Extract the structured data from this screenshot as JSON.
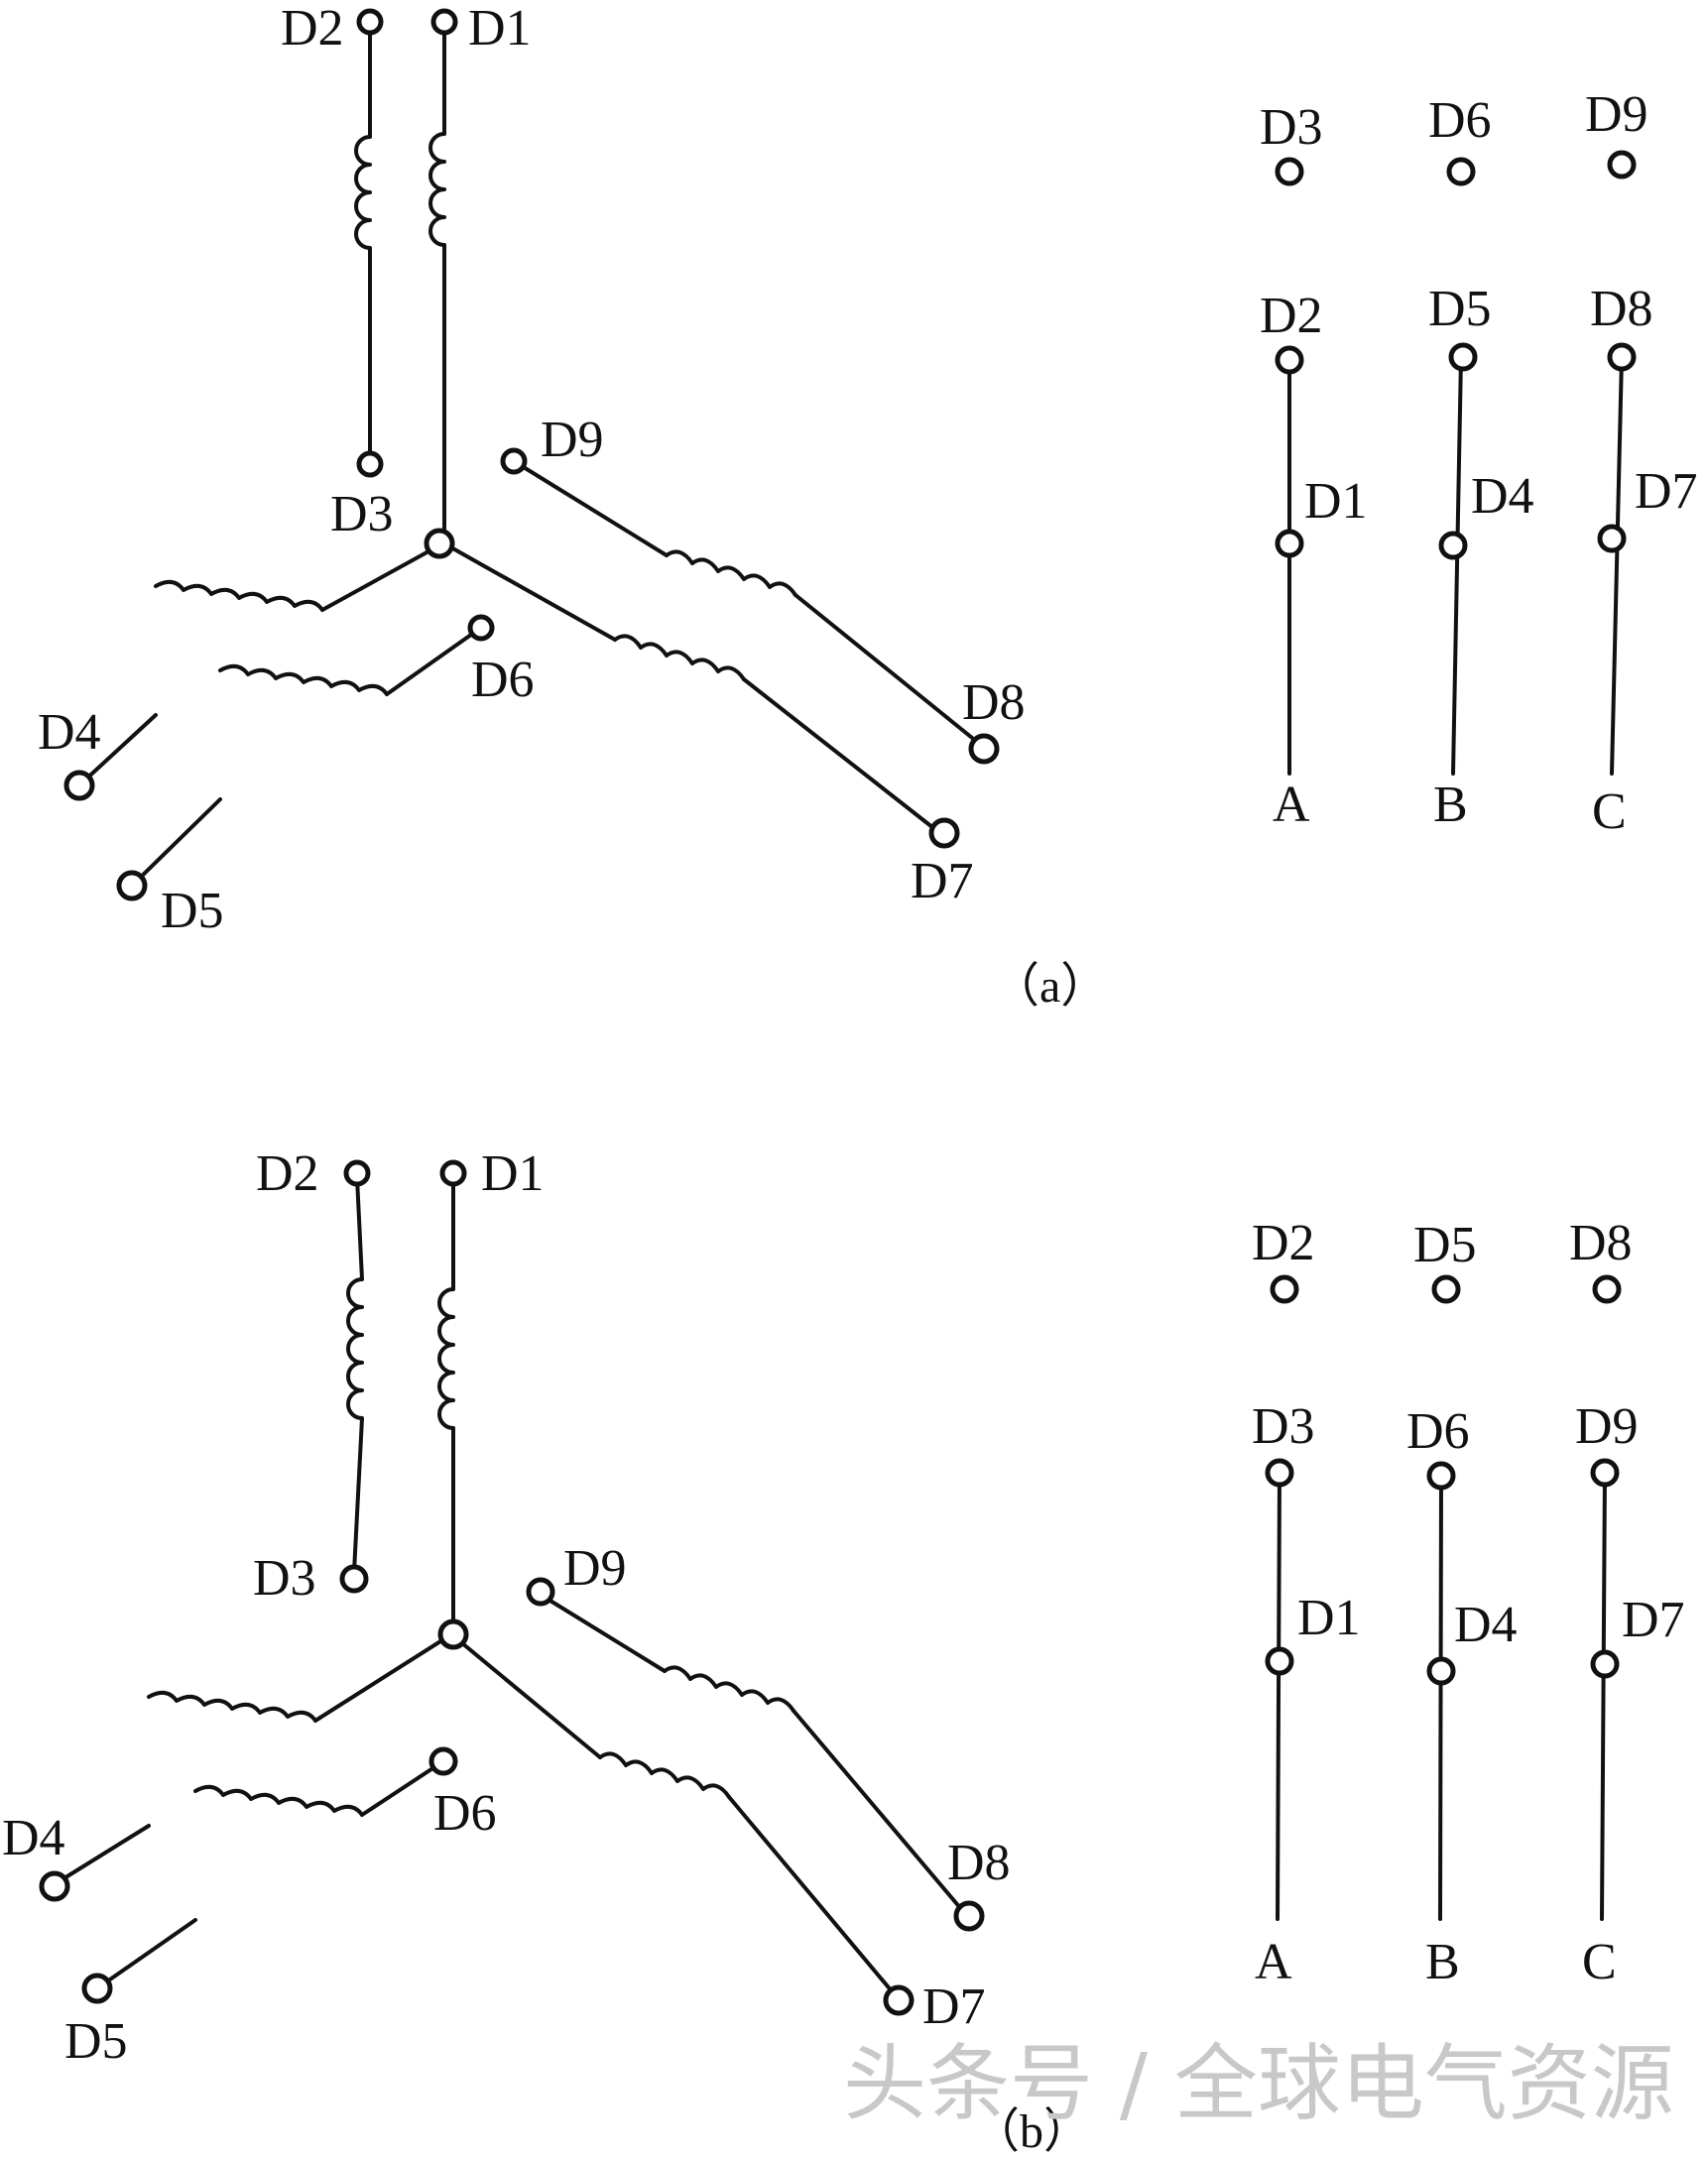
{
  "panel_a": {
    "caption": "（a）",
    "terminals": {
      "D1": "D1",
      "D2": "D2",
      "D3": "D3",
      "D4": "D4",
      "D5": "D5",
      "D6": "D6",
      "D7": "D7",
      "D8": "D8",
      "D9": "D9"
    },
    "connection": {
      "top_row": [
        "D3",
        "D6",
        "D9"
      ],
      "mid_row": [
        "D2",
        "D5",
        "D8"
      ],
      "low_row": [
        "D1",
        "D4",
        "D7"
      ],
      "phases": [
        "A",
        "B",
        "C"
      ]
    }
  },
  "panel_b": {
    "caption": "（b）",
    "terminals": {
      "D1": "D1",
      "D2": "D2",
      "D3": "D3",
      "D4": "D4",
      "D5": "D5",
      "D6": "D6",
      "D7": "D7",
      "D8": "D8",
      "D9": "D9"
    },
    "connection": {
      "top_row": [
        "D2",
        "D5",
        "D8"
      ],
      "mid_row": [
        "D3",
        "D6",
        "D9"
      ],
      "low_row": [
        "D1",
        "D4",
        "D7"
      ],
      "phases": [
        "A",
        "B",
        "C"
      ]
    }
  },
  "watermark": "头条号 / 全球电气资源"
}
